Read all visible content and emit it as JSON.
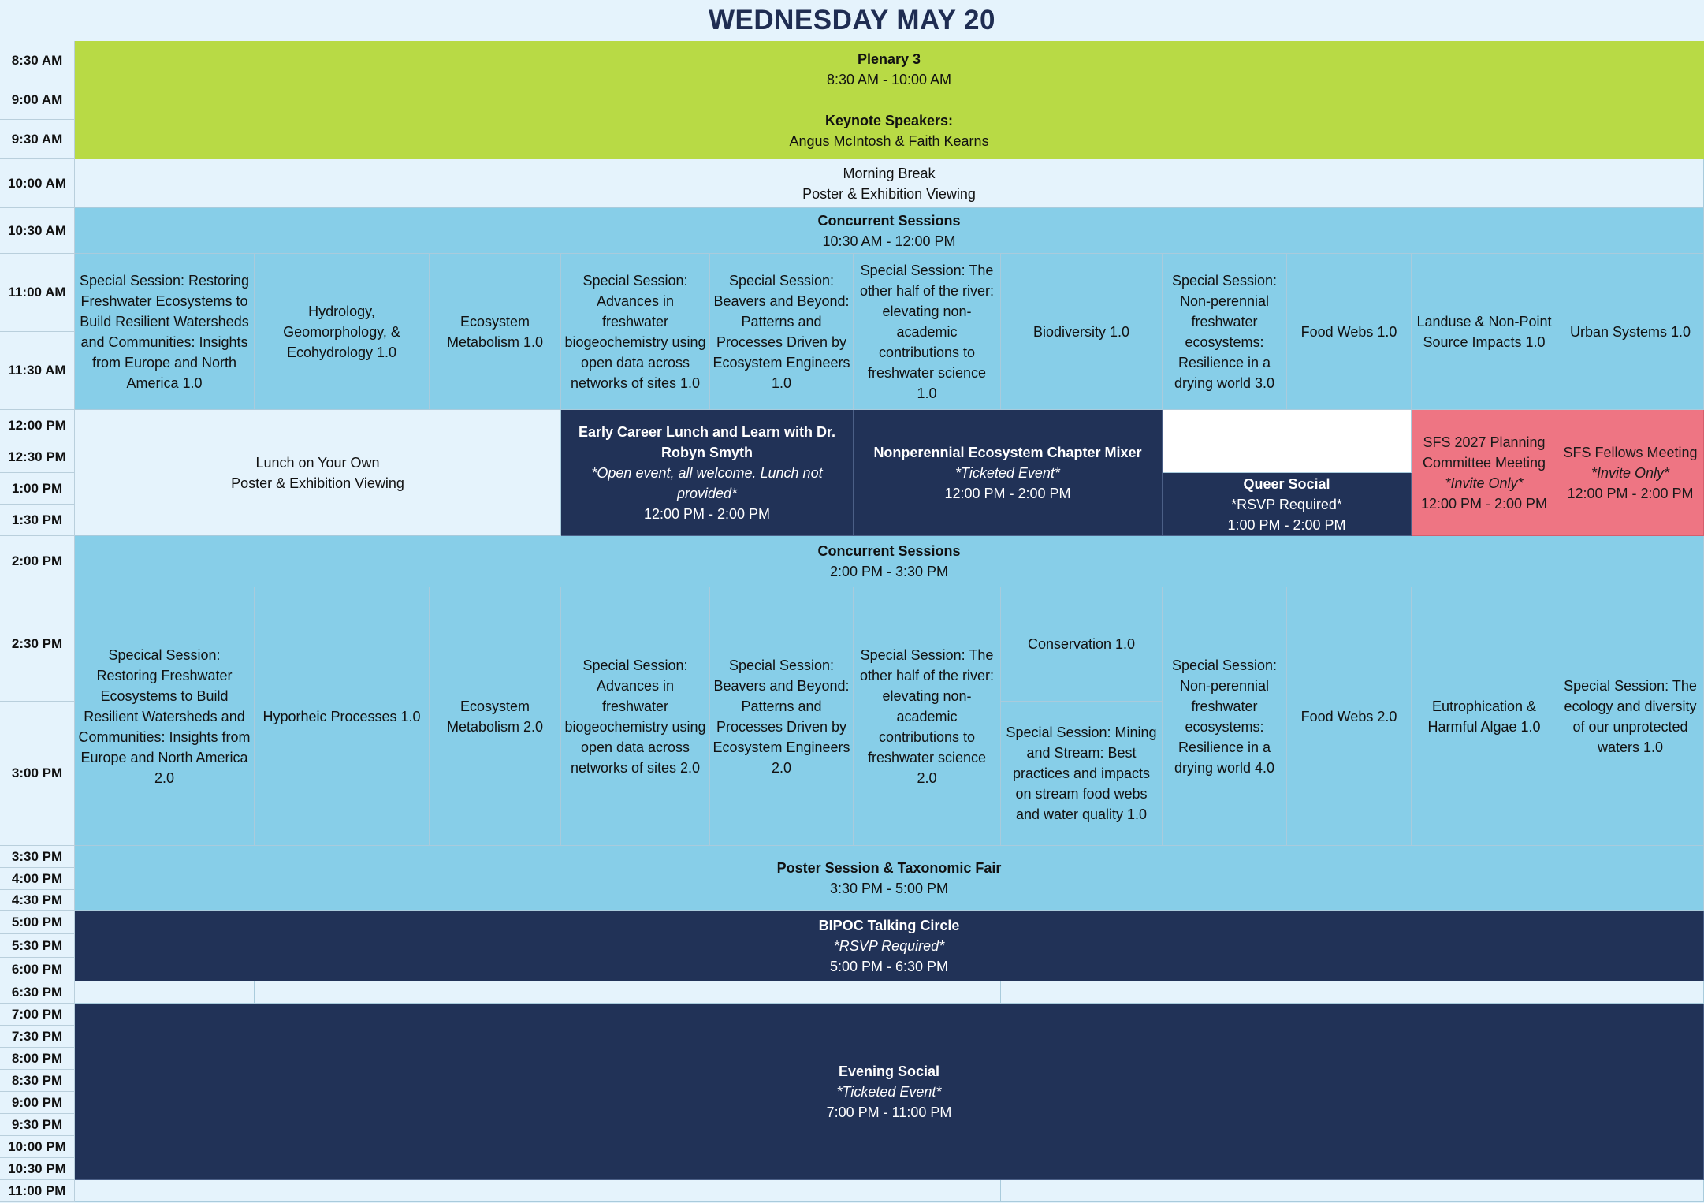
{
  "title": "WEDNESDAY MAY 20",
  "times": [
    "8:30 AM",
    "9:00 AM",
    "9:30 AM",
    "10:00 AM",
    "10:30 AM",
    "11:00 AM",
    "11:30 AM",
    "12:00 PM",
    "12:30 PM",
    "1:00 PM",
    "1:30 PM",
    "2:00 PM",
    "2:30 PM",
    "3:00 PM",
    "3:30 PM",
    "4:00 PM",
    "4:30 PM",
    "5:00 PM",
    "5:30 PM",
    "6:00 PM",
    "6:30 PM",
    "7:00 PM",
    "7:30 PM",
    "8:00 PM",
    "8:30 PM",
    "9:00 PM",
    "9:30 PM",
    "10:00 PM",
    "10:30 PM",
    "11:00 PM"
  ],
  "plenary": {
    "name": "Plenary 3",
    "time": "8:30 AM - 10:00 AM",
    "keynote_label": "Keynote Speakers:",
    "keynote_names": "Angus McIntosh & Faith Kearns"
  },
  "morning_break": {
    "line1": "Morning Break",
    "line2": "Poster & Exhibition Viewing"
  },
  "concurrent_am": {
    "name": "Concurrent Sessions",
    "time": "10:30 AM - 12:00 PM"
  },
  "am_sessions": [
    "Special Session: Restoring Freshwater Ecosystems to Build Resilient Watersheds and Communities: Insights from Europe and North America 1.0",
    "Hydrology, Geomorphology, & Ecohydrology 1.0",
    "Ecosystem Metabolism 1.0",
    "Special Session: Advances in freshwater biogeochemistry using open data across networks of sites 1.0",
    "Special Session: Beavers and Beyond: Patterns and Processes Driven by Ecosystem Engineers  1.0",
    "Special Session: The other half of the river: elevating non-academic contributions to freshwater science 1.0",
    "Biodiversity 1.0",
    "Special Session: Non-perennial freshwater ecosystems: Resilience in a drying world 3.0",
    "Food Webs 1.0",
    "Landuse & Non-Point Source Impacts 1.0",
    "Urban Systems 1.0"
  ],
  "lunch": {
    "own": {
      "line1": "Lunch on Your Own",
      "line2": "Poster & Exhibition Viewing"
    },
    "early_career": {
      "name": "Early Career Lunch and Learn with Dr. Robyn Smyth",
      "note": "*Open event, all welcome. Lunch not provided*",
      "time": "12:00 PM - 2:00 PM"
    },
    "mixer": {
      "name": "Nonperennial Ecosystem Chapter Mixer",
      "note": "*Ticketed Event*",
      "time": "12:00 PM - 2:00 PM"
    },
    "queer": {
      "name": "Queer Social",
      "note": "*RSVP Required*",
      "time": "1:00 PM - 2:00 PM"
    },
    "planning": {
      "name": "SFS 2027 Planning Committee Meeting",
      "note": "*Invite Only*",
      "time": "12:00 PM - 2:00 PM"
    },
    "fellows": {
      "name": "SFS Fellows Meeting",
      "note": "*Invite Only*",
      "time": "12:00 PM - 2:00 PM"
    }
  },
  "concurrent_pm": {
    "name": "Concurrent Sessions",
    "time": "2:00 PM - 3:30 PM"
  },
  "pm_sessions": [
    "Specical Session: Restoring Freshwater Ecosystems to Build Resilient Watersheds and Communities: Insights from Europe and North America 2.0",
    "Hyporheic Processes 1.0",
    "Ecosystem Metabolism 2.0",
    "Special Session: Advances in freshwater biogeochemistry using open data across networks of sites 2.0",
    "Special Session: Beavers and Beyond: Patterns and Processes Driven by Ecosystem Engineers  2.0",
    "Special Session: The other half of the river: elevating non-academic contributions to freshwater science 2.0",
    "Conservation 1.0",
    "Special Session: Mining and Stream: Best practices and impacts on stream food webs and water quality 1.0",
    "Special Session: Non-perennial freshwater ecosystems: Resilience in a drying world 4.0",
    "Food Webs 2.0",
    "Eutrophication & Harmful Algae 1.0",
    "Special Session: The ecology and diversity of our unprotected waters 1.0"
  ],
  "poster": {
    "name": "Poster Session & Taxonomic Fair",
    "time": "3:30 PM - 5:00 PM"
  },
  "bipoc": {
    "name": "BIPOC Talking Circle",
    "note": "*RSVP Required*",
    "time": "5:00 PM - 6:30 PM"
  },
  "evening": {
    "name": "Evening Social",
    "note": "*Ticketed Event*",
    "time": "7:00 PM - 11:00 PM"
  },
  "colors": {
    "green": "#b8da45",
    "light_blue": "#87cee8",
    "pale": "#e5f3fc",
    "navy": "#213257",
    "pink": "#ee7583",
    "title": "#1f2d52"
  }
}
